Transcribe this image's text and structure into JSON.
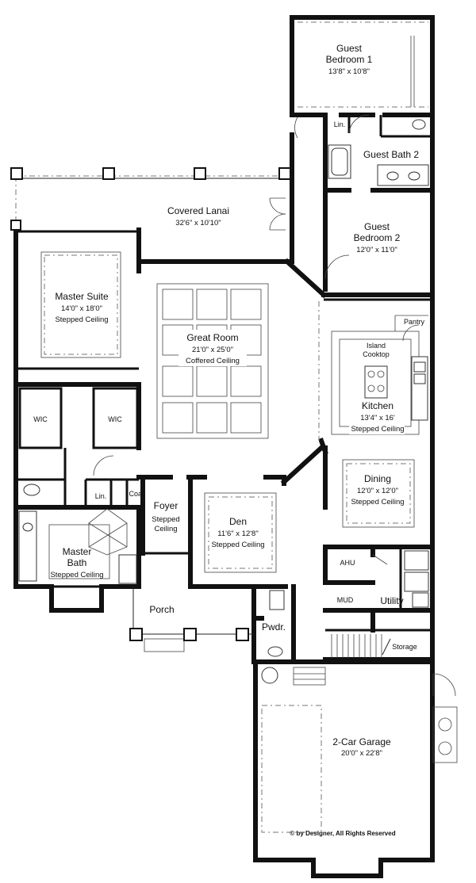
{
  "rooms": {
    "guest_bedroom_1": {
      "name_line1": "Guest",
      "name_line2": "Bedroom 1",
      "dims": "13'8\" x 10'8\""
    },
    "guest_bath_2": {
      "name": "Guest Bath 2"
    },
    "guest_bedroom_2": {
      "name_line1": "Guest",
      "name_line2": "Bedroom 2",
      "dims": "12'0\" x 11'0\""
    },
    "covered_lanai": {
      "name": "Covered Lanai",
      "dims": "32'6\" x 10'10\""
    },
    "master_suite": {
      "name": "Master Suite",
      "dims": "14'0\" x 18'0\"",
      "ceiling": "Stepped Ceiling"
    },
    "great_room": {
      "name": "Great Room",
      "dims": "21'0\" x 25'0\"",
      "ceiling": "Coffered Ceiling"
    },
    "kitchen": {
      "name": "Kitchen",
      "dims": "13'4\" x 16'",
      "ceiling": "Stepped Ceiling"
    },
    "island_cooktop": {
      "line1": "Island",
      "line2": "Cooktop"
    },
    "pantry": {
      "name": "Pantry"
    },
    "wic_left": {
      "name": "WIC"
    },
    "wic_right": {
      "name": "WIC"
    },
    "linen_master": {
      "name": "Lin."
    },
    "linen_guest": {
      "name": "Lin."
    },
    "coat": {
      "name": "Coat"
    },
    "foyer": {
      "name": "Foyer",
      "ceiling_line1": "Stepped",
      "ceiling_line2": "Ceiling"
    },
    "den": {
      "name": "Den",
      "dims": "11'6\" x 12'8\"",
      "ceiling": "Stepped Ceiling"
    },
    "dining": {
      "name": "Dining",
      "dims": "12'0\" x 12'0\"",
      "ceiling": "Stepped Ceiling"
    },
    "master_bath": {
      "name_line1": "Master",
      "name_line2": "Bath",
      "ceiling": "Stepped Ceiling"
    },
    "porch": {
      "name": "Porch"
    },
    "ahu": {
      "name": "AHU"
    },
    "mud": {
      "name": "MUD"
    },
    "utility": {
      "name": "Utility"
    },
    "powder": {
      "name": "Pwdr."
    },
    "storage": {
      "name": "Storage"
    },
    "garage": {
      "name": "2-Car Garage",
      "dims": "20'0\" x 22'8\""
    }
  },
  "copyright": "© by Designer, All Rights Reserved"
}
